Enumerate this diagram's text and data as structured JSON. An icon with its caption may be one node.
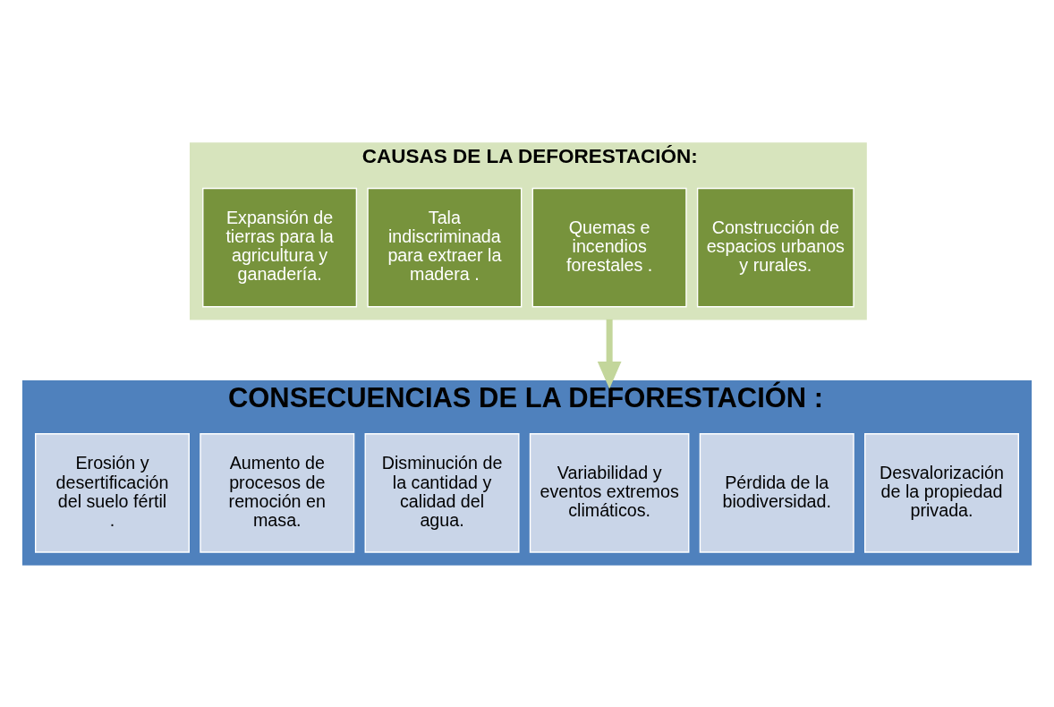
{
  "diagram": {
    "nodes": [
      {
        "text": [
          "CAUSAS DE LA DEFORESTACIÓN:"
        ]
      },
      {
        "text": [
          "Expansión de tierras para la agricultura y ganadería."
        ],
        "in": 0
      },
      {
        "text": [
          "Tala indiscriminada para extraer la madera ."
        ],
        "in": 0
      },
      {
        "text": [
          "Quemas e incendios forestales ."
        ],
        "in": 0
      },
      {
        "text": [
          "Construcción de espacios urbanos y rurales."
        ],
        "in": 0
      },
      {
        "text": [
          "CONSECUENCIAS DE LA DEFORESTACIÓN :"
        ]
      },
      {
        "text": [
          "Erosión y desertificación del suelo fértil ."
        ],
        "in": 5
      },
      {
        "text": [
          "Aumento de procesos de remoción en masa."
        ],
        "in": 5
      },
      {
        "text": [
          "Disminución de la cantidad y calidad del agua."
        ],
        "in": 5
      },
      {
        "text": [
          "Variabilidad y eventos extremos climáticos."
        ],
        "in": 5
      },
      {
        "text": [
          "Pérdida de la biodiversidad."
        ],
        "in": 5
      },
      {
        "text": [
          "Desvalorización de la propiedad privada."
        ],
        "in": 5
      }
    ],
    "edges": [
      {
        "from": 0,
        "to": 5,
        "arrow": "to"
      }
    ]
  }
}
